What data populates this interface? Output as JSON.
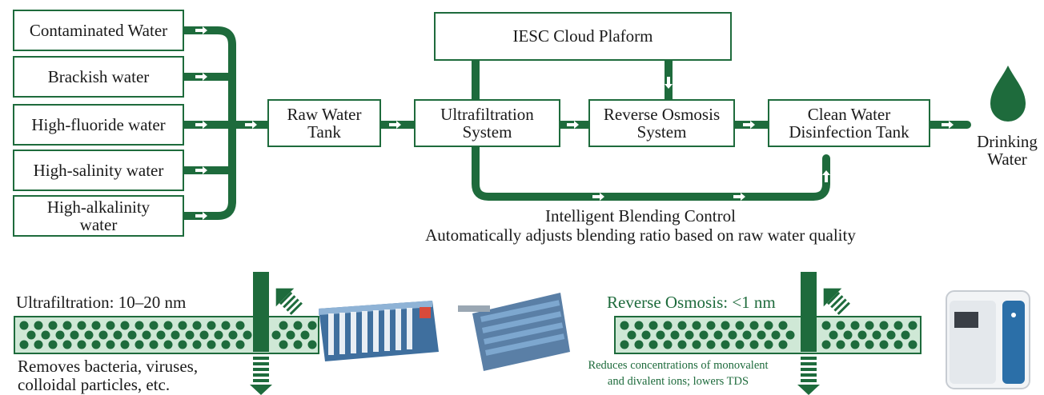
{
  "sources": [
    {
      "label": "Contaminated Water"
    },
    {
      "label": "Brackish water"
    },
    {
      "label": "High-fluoride water"
    },
    {
      "label": "High-salinity water"
    },
    {
      "label": "High-alkalinity water"
    }
  ],
  "process": {
    "raw_tank": "Raw Water Tank",
    "uf": "Ultrafiltration System",
    "ro": "Reverse Osmosis System",
    "clean": "Clean Water Disinfection Tank",
    "cloud": "IESC Cloud Plaform",
    "output": "Drinking Water"
  },
  "blending": {
    "title": "Intelligent Blending Control",
    "subtitle": "Automatically adjusts blending ratio based on raw water quality"
  },
  "uf_panel": {
    "heading": "Ultrafiltration: 10–20 nm",
    "note_line1": "Removes bacteria, viruses,",
    "note_line2": "colloidal particles, etc."
  },
  "ro_panel": {
    "heading": "Reverse Osmosis: <1 nm",
    "note_line1": "Reduces concentrations of monovalent",
    "note_line2": "and divalent ions; lowers TDS"
  },
  "colors": {
    "brand_green": "#1e6b3c",
    "membrane_fill": "#cfe8d6"
  },
  "icons": [
    "water-drop-icon",
    "uf-equipment-photo",
    "ro-equipment-photo",
    "ro-cabinet-photo"
  ]
}
